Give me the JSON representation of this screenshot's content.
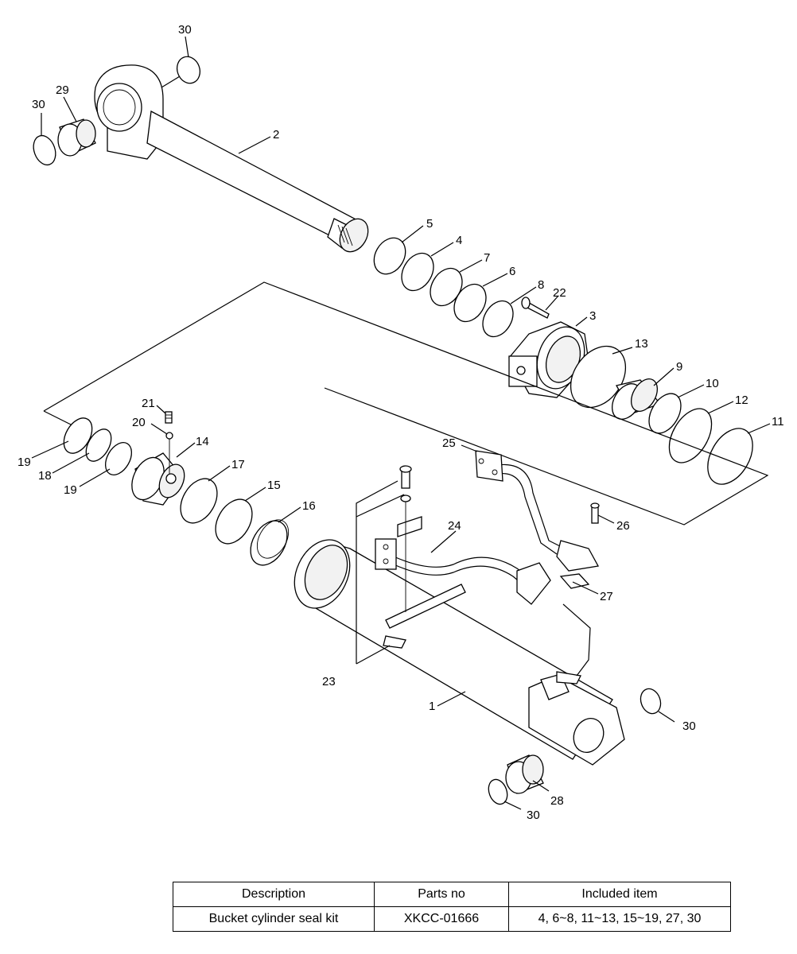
{
  "diagram": {
    "callouts": {
      "c1": "1",
      "c2": "2",
      "c3": "3",
      "c4": "4",
      "c5": "5",
      "c6": "6",
      "c7": "7",
      "c8": "8",
      "c9": "9",
      "c10": "10",
      "c11": "11",
      "c12": "12",
      "c13": "13",
      "c14": "14",
      "c15": "15",
      "c16": "16",
      "c17": "17",
      "c18": "18",
      "c19a": "19",
      "c19b": "19",
      "c20": "20",
      "c21": "21",
      "c22": "22",
      "c23": "23",
      "c24": "24",
      "c25": "25",
      "c26": "26",
      "c27": "27",
      "c28": "28",
      "c29": "29",
      "c30a": "30",
      "c30b": "30",
      "c30c": "30",
      "c30d": "30"
    }
  },
  "table": {
    "headers": [
      "Description",
      "Parts no",
      "Included item"
    ],
    "rows": [
      [
        "Bucket cylinder seal kit",
        "XKCC-01666",
        "4, 6~8, 11~13, 15~19, 27, 30"
      ]
    ]
  }
}
